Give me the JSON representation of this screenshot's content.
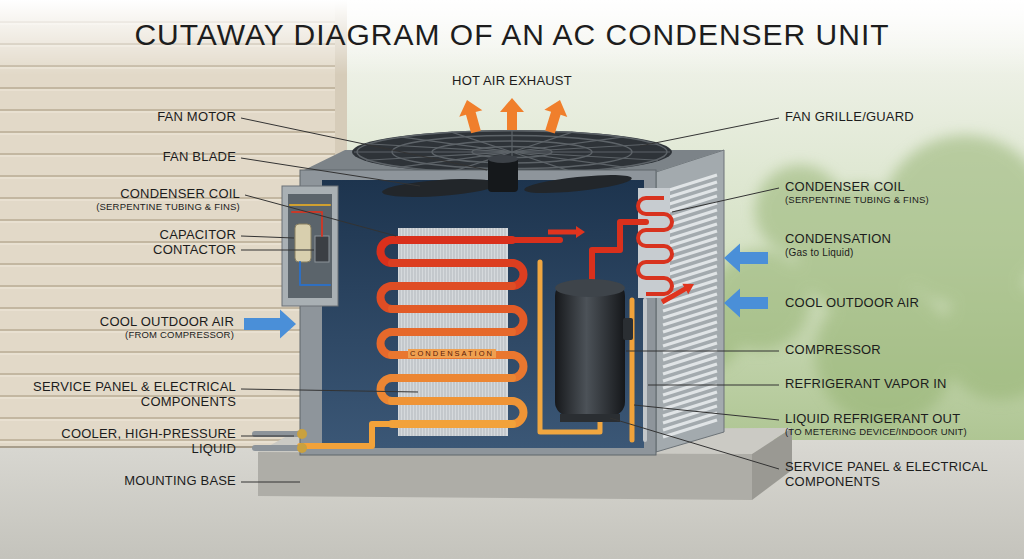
{
  "diagram": {
    "title": "CUTAWAY DIAGRAM OF AN AC CONDENSER UNIT",
    "labels": [
      "HOT AIR EXHAUST",
      "FAN MOTOR",
      "FAN BLADE",
      "CONDENSER COIL",
      "(SERPENTINE TUBING & FINS)",
      "CAPACITOR",
      "CONTACTOR",
      "COOL OUTDOOR AIR",
      "(FROM COMPRESSOR)",
      "SERVICE PANEL & ELECTRICAL COMPONENTS",
      "COOLER, HIGH-PRESSURE LIQUID",
      "MOUNTING BASE",
      "FAN GRILLE/GUARD",
      "CONDENSER COIL",
      "(SERPENTINE TUBING & FINS)",
      "CONDENSATION",
      "(Gas to Liquid)",
      "COOL OUTDOOR AIR",
      "COMPRESSOR",
      "REFRIGERANT VAPOR IN",
      "LIQUID REFRIGERANT OUT",
      "(TO METERING DEVICE/INDOOR UNIT)",
      "SERVICE PANEL & ELECTRICAL COMPONENTS",
      "CONDENSATION"
    ]
  }
}
